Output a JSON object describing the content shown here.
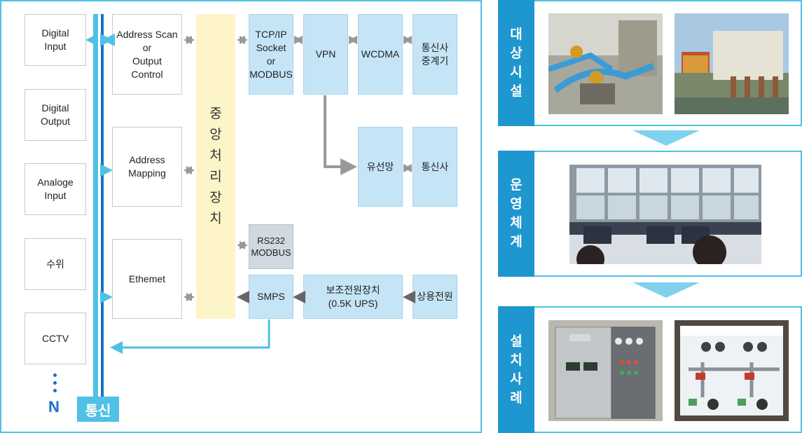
{
  "inputs": [
    {
      "label": "Digital\nInput"
    },
    {
      "label": "Digital\nOutput"
    },
    {
      "label": "Analoge\nInput"
    },
    {
      "label": "수위"
    },
    {
      "label": "CCTV"
    }
  ],
  "inputs_end": {
    "dots": "⋮",
    "n_label": "N",
    "comm_label": "통신"
  },
  "functions": {
    "address_scan": "Address Scan\nor\nOutput\nControl",
    "address_mapping": "Address\nMapping",
    "ethernet": "Ethemet"
  },
  "cpu": {
    "chars": [
      "중",
      "앙",
      "처",
      "리",
      "장",
      "치"
    ]
  },
  "network": {
    "tcp": "TCP/IP\nSocket\nor\nMODBUS",
    "vpn": "VPN",
    "wcdma": "WCDMA",
    "carrier_relay": "통신사\n중계기",
    "wired": "유선망",
    "carrier": "통신사",
    "rs232": "RS232\nMODBUS",
    "smps": "SMPS",
    "aux_power": "보조전원장치\n(0.5K UPS)",
    "commercial_power": "상용전원"
  },
  "side": [
    {
      "title": [
        "대",
        "상",
        "시",
        "설"
      ]
    },
    {
      "title": [
        "운",
        "영",
        "체",
        "계"
      ]
    },
    {
      "title": [
        "설",
        "치",
        "사",
        "례"
      ]
    }
  ],
  "colors": {
    "frame": "#4fc1e6",
    "bus": "#4fc1e6",
    "bus_dark": "#1b6fc6",
    "cpu": "#fdf5c8",
    "network_box": "#c5e5f6",
    "side_tab": "#1e96cf",
    "arrow_gray": "#999999"
  }
}
